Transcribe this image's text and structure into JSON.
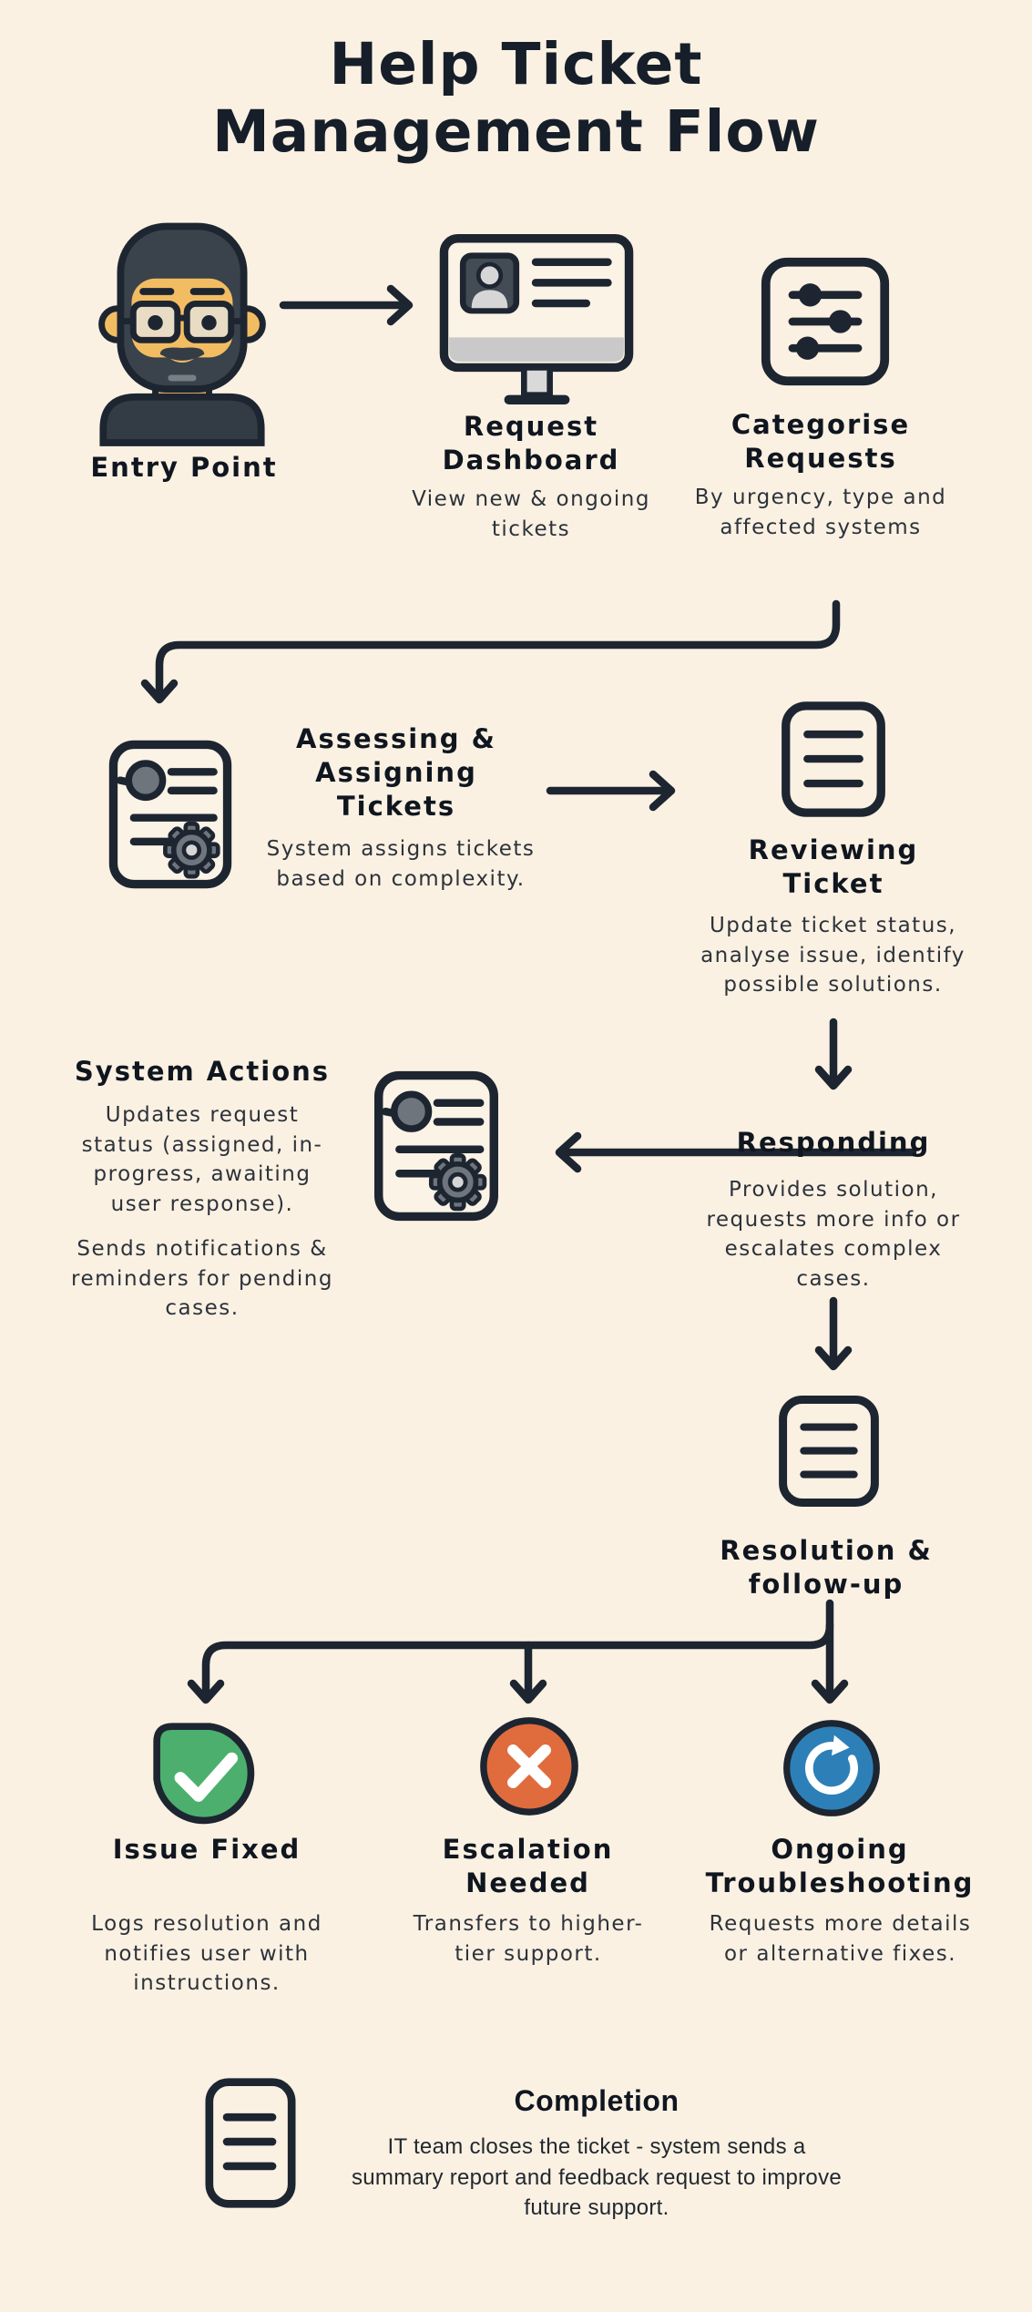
{
  "title": {
    "line1": "Help Ticket",
    "line2": "Management Flow"
  },
  "colors": {
    "background": "#faf1e3",
    "ink": "#1d2531",
    "green": "#4caf6e",
    "orange": "#e06b3d",
    "blue": "#2d80b7",
    "gray": "#6e757d",
    "skin": "#f2bd62"
  },
  "nodes": {
    "entry": {
      "label": "Entry Point",
      "icon": "user-icon"
    },
    "dashboard": {
      "title": "Request Dashboard",
      "desc": "View new & ongoing tickets",
      "icon": "monitor-user-icon"
    },
    "categorise": {
      "title": "Categorise Requests",
      "desc": "By urgency, type and affected systems",
      "icon": "filters-icon"
    },
    "assessing": {
      "title": "Assessing & Assigning Tickets",
      "desc": "System assigns tickets based on complexity.",
      "icon": "ticket-settings-icon"
    },
    "reviewing": {
      "title": "Reviewing Ticket",
      "desc": "Update ticket status, analyse issue, identify possible solutions.",
      "icon": "note-icon"
    },
    "system_actions": {
      "title": "System Actions",
      "desc1": "Updates request status (assigned, in-progress, awaiting user response).",
      "desc2": "Sends notifications & reminders for pending cases.",
      "icon": "ticket-settings-icon"
    },
    "responding": {
      "title": "Responding",
      "desc": "Provides solution, requests more info or escalates complex cases."
    },
    "resolution": {
      "title": "Resolution & follow-up",
      "icon": "note-icon"
    },
    "issue_fixed": {
      "title": "Issue Fixed",
      "desc": "Logs resolution and notifies user with instructions.",
      "icon": "check-badge-icon"
    },
    "escalation": {
      "title": "Escalation Needed",
      "desc": "Transfers to higher-tier support.",
      "icon": "x-circle-icon"
    },
    "ongoing": {
      "title": "Ongoing Troubleshooting",
      "desc": "Requests more details or alternative fixes.",
      "icon": "refresh-circle-icon"
    },
    "completion": {
      "title": "Completion",
      "desc": "IT team closes the ticket - system sends a summary report and feedback request to improve future support.",
      "icon": "note-icon"
    }
  }
}
